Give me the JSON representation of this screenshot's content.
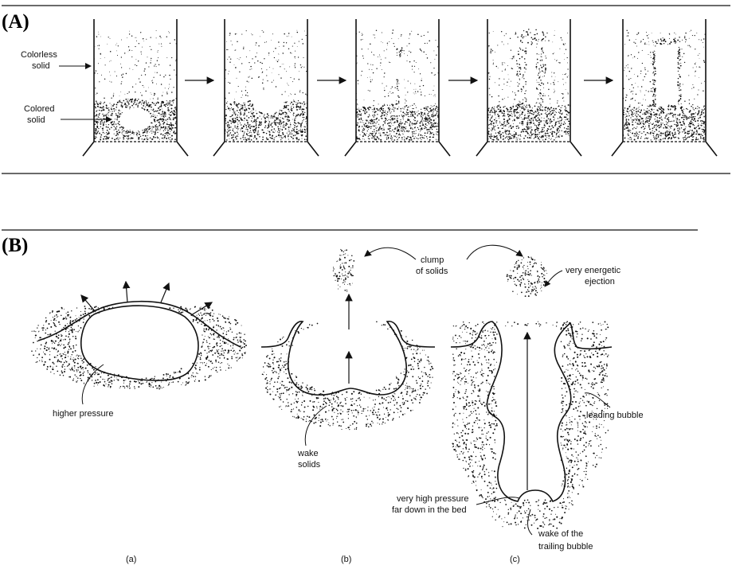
{
  "panel_a": {
    "label": "(A)",
    "colorless_label_1": "Colorless",
    "colorless_label_2": "solid",
    "colored_label_1": "Colored",
    "colored_label_2": "solid"
  },
  "panel_b": {
    "label": "(B)",
    "sub_a": "(a)",
    "sub_b": "(b)",
    "sub_c": "(c)",
    "higher_pressure": "higher pressure",
    "wake_solids_1": "wake",
    "wake_solids_2": "solids",
    "clump_1": "clump",
    "clump_2": "of solids",
    "ejection_1": "very energetic",
    "ejection_2": "ejection",
    "leading_bubble": "leading bubble",
    "very_high_1": "very high pressure",
    "very_high_2": "far down in the bed",
    "wake_trailing_1": "wake of the",
    "wake_trailing_2": "trailing bubble"
  },
  "colors": {
    "ink": "#111111",
    "background": "#ffffff"
  }
}
